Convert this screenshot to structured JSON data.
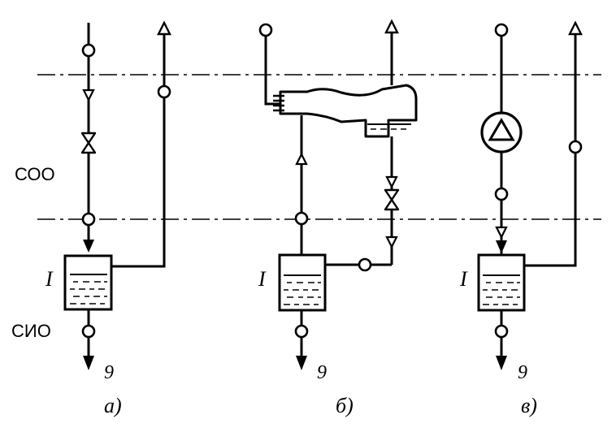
{
  "labels": {
    "zone_upper": "СОО",
    "zone_lower": "СИО",
    "outlet_a": "9",
    "outlet_b": "9",
    "outlet_c": "9",
    "tank_a": "I",
    "tank_b": "I",
    "tank_c": "I"
  },
  "captions": {
    "a": "а)",
    "b": "б)",
    "c": "в)"
  }
}
